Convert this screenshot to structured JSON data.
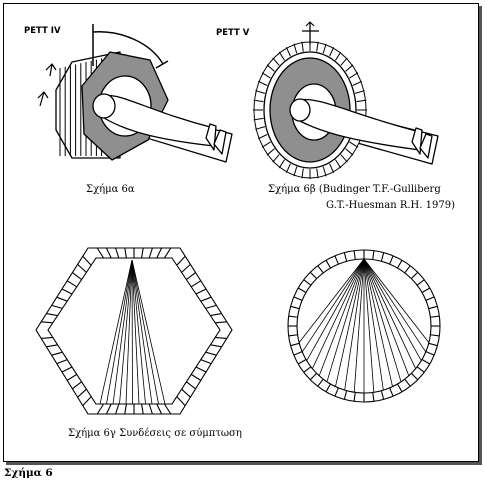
{
  "labels": {
    "pett4": "PETT IV",
    "pett5": "PETT V",
    "caption_6a": "Σχήμα 6α",
    "caption_6b_line1": "Σχήμα 6β (Budinger T.F.-Gulliberg",
    "caption_6b_line2": "G.T.-Huesman R.H. 1979)",
    "caption_6c": "Σχήμα 6γ Συνδέσεις σε σύμπτωση",
    "figure_caption": "Σχήμα 6"
  },
  "colors": {
    "ring_gray": "#8f8f8f",
    "ink": "#000000",
    "background": "#ffffff"
  }
}
